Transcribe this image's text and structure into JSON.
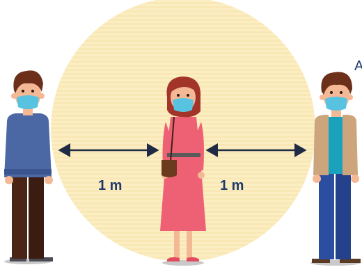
{
  "distance_labels": {
    "left": "1 m",
    "right": "1 m"
  },
  "edge_text": "A",
  "icons": {
    "people": [
      "man-blue-sweater-masked-icon",
      "woman-red-dress-masked-icon",
      "man-tan-jacket-masked-icon"
    ],
    "arrows": [
      "double-arrow-icon",
      "double-arrow-icon"
    ],
    "background": "distance-circle-icon"
  },
  "colors": {
    "circle": "#fbeec2",
    "circle_stripe": "#f8e4ae",
    "arrow": "#1f2a44",
    "label_text": "#1f3b6b",
    "mask": "#58c3e0",
    "skin": "#f5b895",
    "hair": "#6b2f1a",
    "sweater": "#4b67a4",
    "dress": "#ee6073",
    "jacket": "#cda57d",
    "shirt": "#1aa2bd",
    "jeans": "#2c4ea0"
  }
}
